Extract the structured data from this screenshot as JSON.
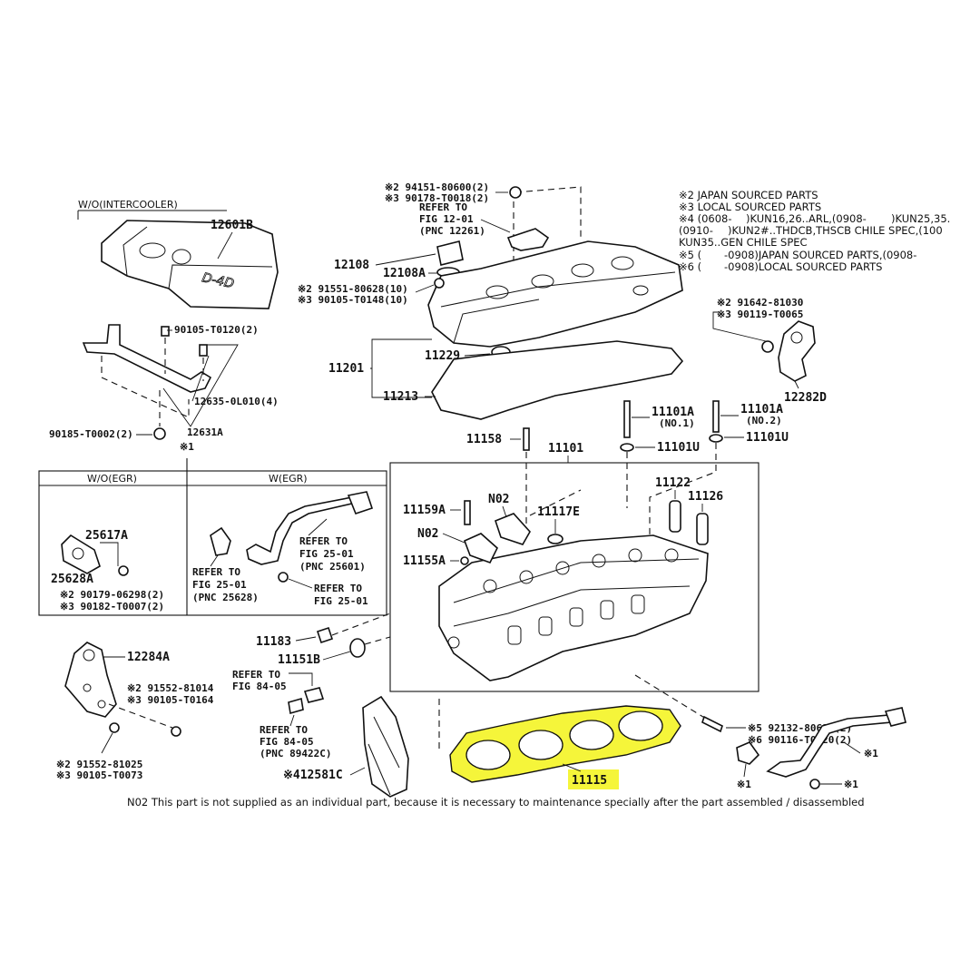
{
  "labels": {
    "w_o_intercooler": "W/O(INTERCOOLER)",
    "p12601b": "12601B",
    "p90105_t0120": "90105-T0120(2)",
    "p12635": "12635-0L010(4)",
    "p12631a": "12631A",
    "p90185": "90185-T0002(2)",
    "mark1_a": "※1",
    "p294151": "※2 94151-80600(2)",
    "p390178": "※3 90178-T0018(2)",
    "refer_fig12": "REFER TO",
    "refer_fig12_b": "FIG 12-01",
    "refer_fig12_c": "(PNC 12261)",
    "p12108": "12108",
    "p12108a": "12108A",
    "p291551": "※2 91551-80628(10)",
    "p390105_t0148": "※3 90105-T0148(10)",
    "p11201": "11201",
    "p11229": "11229",
    "p11213": "11213",
    "p291642": "※2 91642-81030",
    "p390119": "※3 90119-T0065",
    "p12282d": "12282D",
    "p11101a_1": "11101A",
    "p11101a_1b": "(NO.1)",
    "p11101a_2": "11101A",
    "p11101a_2b": "(NO.2)",
    "p11101u_1": "11101U",
    "p11101u_2": "11101U",
    "p11158": "11158",
    "p11101": "11101",
    "p11122": "11122",
    "p11126": "11126",
    "w_o_egr": "W/O(EGR)",
    "w_egr": "W(EGR)",
    "p25617a": "25617A",
    "p25628a": "25628A",
    "p290179": "※2 90179-06298(2)",
    "p390182": "※3 90182-T0007(2)",
    "refer_25601_a": "REFER TO",
    "refer_25601_b": "FIG 25-01",
    "refer_25601_c": "(PNC 25601)",
    "refer_25628_a": "REFER TO",
    "refer_25628_b": "FIG 25-01",
    "refer_25628_c": "(PNC 25628)",
    "refer_2501_a": "REFER TO",
    "refer_2501_b": "FIG 25-01",
    "p11159a": "11159A",
    "n02_a": "N02",
    "n02_b": "N02",
    "p11117e": "11117E",
    "p11155a": "11155A",
    "p11183": "11183",
    "p11151b": "11151B",
    "p12284a": "12284A",
    "p291552_81014": "※2 91552-81014",
    "p390105_t0164": "※3 90105-T0164",
    "refer_84_a": "REFER TO",
    "refer_84_b": "FIG 84-05",
    "refer_89422_a": "REFER TO",
    "refer_89422_b": "FIG 84-05",
    "refer_89422_c": "(PNC 89422C)",
    "p291552_81025": "※2 91552-81025",
    "p390105_t0073": "※3 90105-T0073",
    "p412581c": "※412581C",
    "p11115": "11115",
    "p592132": "※5 92132-80616(2)",
    "p690116": "※6 90116-T0020(2)",
    "mark1_b": "※1",
    "mark1_c": "※1",
    "mark1_d": "※1"
  },
  "notes": {
    "l1": "※2 JAPAN SOURCED PARTS",
    "l2": "※3 LOCAL SOURCED PARTS",
    "l3a": "※4 (0608-",
    "l3b": ")KUN16,26..ARL,(0908-",
    "l3c": ")KUN25,35.",
    "l4a": "(0910-",
    "l4b": ")KUN2#..THDCB,THSCB CHILE SPEC,(100",
    "l5": "KUN35..GEN CHILE SPEC",
    "l6a": "※5 (",
    "l6b": "-0908)JAPAN SOURCED PARTS,(0908-",
    "l7a": "※6 (",
    "l7b": "-0908)LOCAL SOURCED PARTS"
  },
  "footnote": "N02 This part is not supplied as an individual part, because it is necessary to maintenance specially after the part assembled / disassembled",
  "colors": {
    "highlight": "#f5f53a",
    "ink": "#111111"
  }
}
